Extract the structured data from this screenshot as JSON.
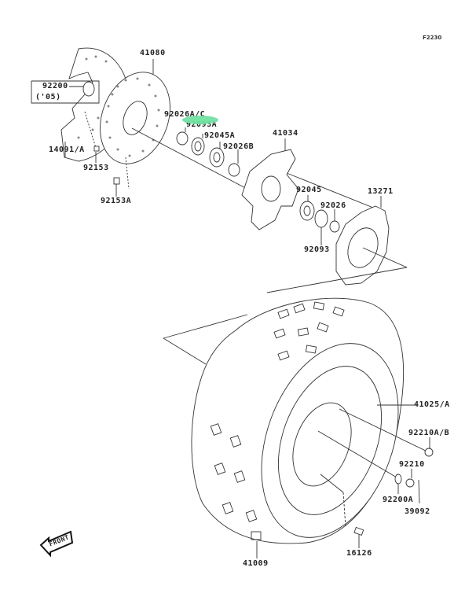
{
  "figure_code": "F2230",
  "highlight_color": "#6ee3a0",
  "highlighted_part": "92093A",
  "front_indicator": "FRONT",
  "parts": {
    "p41080": "41080",
    "p92200": "92200",
    "p92200_note": "('05)",
    "p14091": "14091/A",
    "p92153": "92153",
    "p92153A": "92153A",
    "p92026AC": "92026A/C",
    "p92093A": "92093A",
    "p92045A": "92045A",
    "p92026B": "92026B",
    "p41034": "41034",
    "p92045": "92045",
    "p92026": "92026",
    "p92093": "92093",
    "p13271": "13271",
    "p41025A": "41025/A",
    "p92210AB": "92210A/B",
    "p92210": "92210",
    "p92200A": "92200A",
    "p39092": "39092",
    "p16126": "16126",
    "p41009": "41009"
  }
}
